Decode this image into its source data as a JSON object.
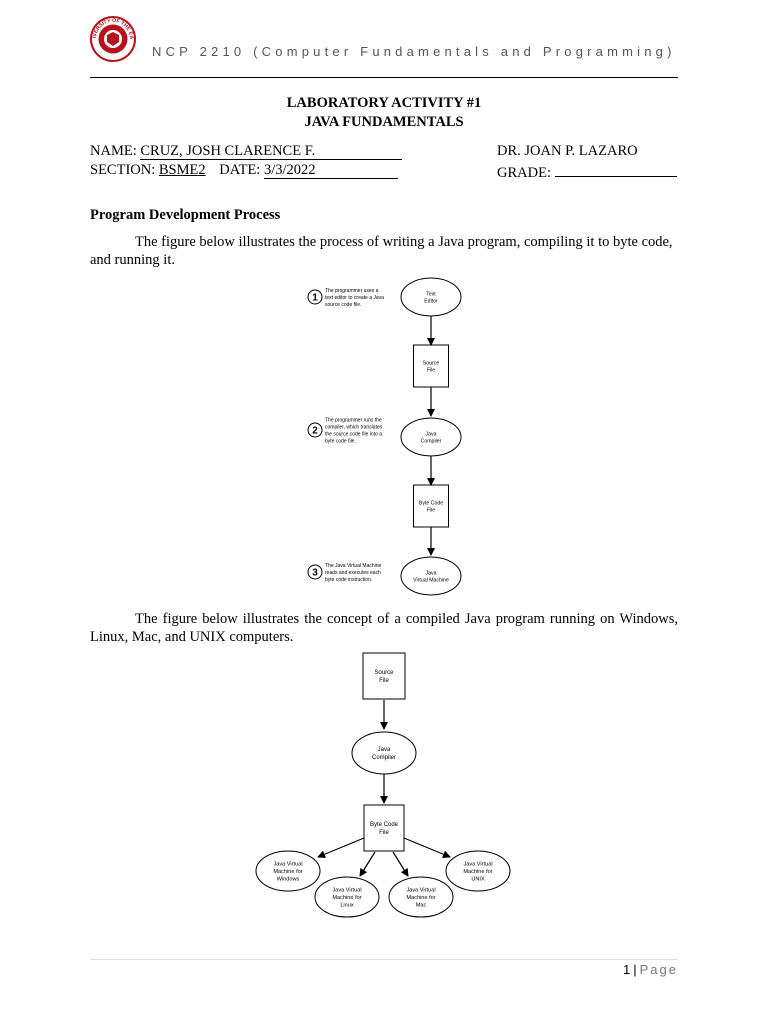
{
  "header": {
    "course": "NCP 2210 (Computer Fundamentals and Programming)",
    "seal_text": "UNIVERSITY OF THE EAST"
  },
  "title": {
    "line1": "LABORATORY ACTIVITY #1",
    "line2": "JAVA FUNDAMENTALS"
  },
  "info": {
    "name_label": "NAME:",
    "name_value": "CRUZ, JOSH CLARENCE F.",
    "section_label": "SECTION:",
    "section_value": "BSME2",
    "date_label": "DATE:",
    "date_value": "3/3/2022",
    "instructor": "DR. JOAN P. LAZARO",
    "grade_label": "GRADE:",
    "grade_value": ""
  },
  "section_heading": "Program Development Process",
  "paragraph1": "The figure below illustrates the process of writing a Java program, compiling it to byte code, and running it.",
  "diagram1": {
    "steps": [
      {
        "number": "1",
        "lines": [
          "The programmer uses a",
          "text editor to create a Java",
          "source code file."
        ]
      },
      {
        "number": "2",
        "lines": [
          "The programmer runs the",
          "compiler, which translates",
          "the source code file into a",
          "byte code file."
        ]
      },
      {
        "number": "3",
        "lines": [
          "The Java Virtual Machine",
          "reads and executes each",
          "byte code instruction."
        ]
      }
    ],
    "nodes": [
      {
        "shape": "ellipse",
        "lines": [
          "Text",
          "Editor"
        ]
      },
      {
        "shape": "rect",
        "lines": [
          "Source",
          "File"
        ]
      },
      {
        "shape": "ellipse",
        "lines": [
          "Java",
          "Compiler"
        ]
      },
      {
        "shape": "rect",
        "lines": [
          "Byte Code",
          "File"
        ]
      },
      {
        "shape": "ellipse",
        "lines": [
          "Java",
          "Virtual Machine"
        ]
      }
    ]
  },
  "paragraph2": "The figure below illustrates the concept of a compiled Java program running on Windows, Linux, Mac, and UNIX computers.",
  "diagram2": {
    "source": [
      "Source",
      "File"
    ],
    "compiler": [
      "Java",
      "Compiler"
    ],
    "bytecode": [
      "Byte Code",
      "File"
    ],
    "jvms": [
      {
        "lines": [
          "Java Virtual",
          "Machine for",
          "Windows"
        ]
      },
      {
        "lines": [
          "Java Virtual",
          "Machine for",
          "Linux"
        ]
      },
      {
        "lines": [
          "Java Virtual",
          "Machine for",
          "Mac"
        ]
      },
      {
        "lines": [
          "Java Virtual",
          "Machine for",
          "UNIX"
        ]
      }
    ]
  },
  "footer": {
    "page_number": "1",
    "separator": "|",
    "page_word": "Page"
  }
}
